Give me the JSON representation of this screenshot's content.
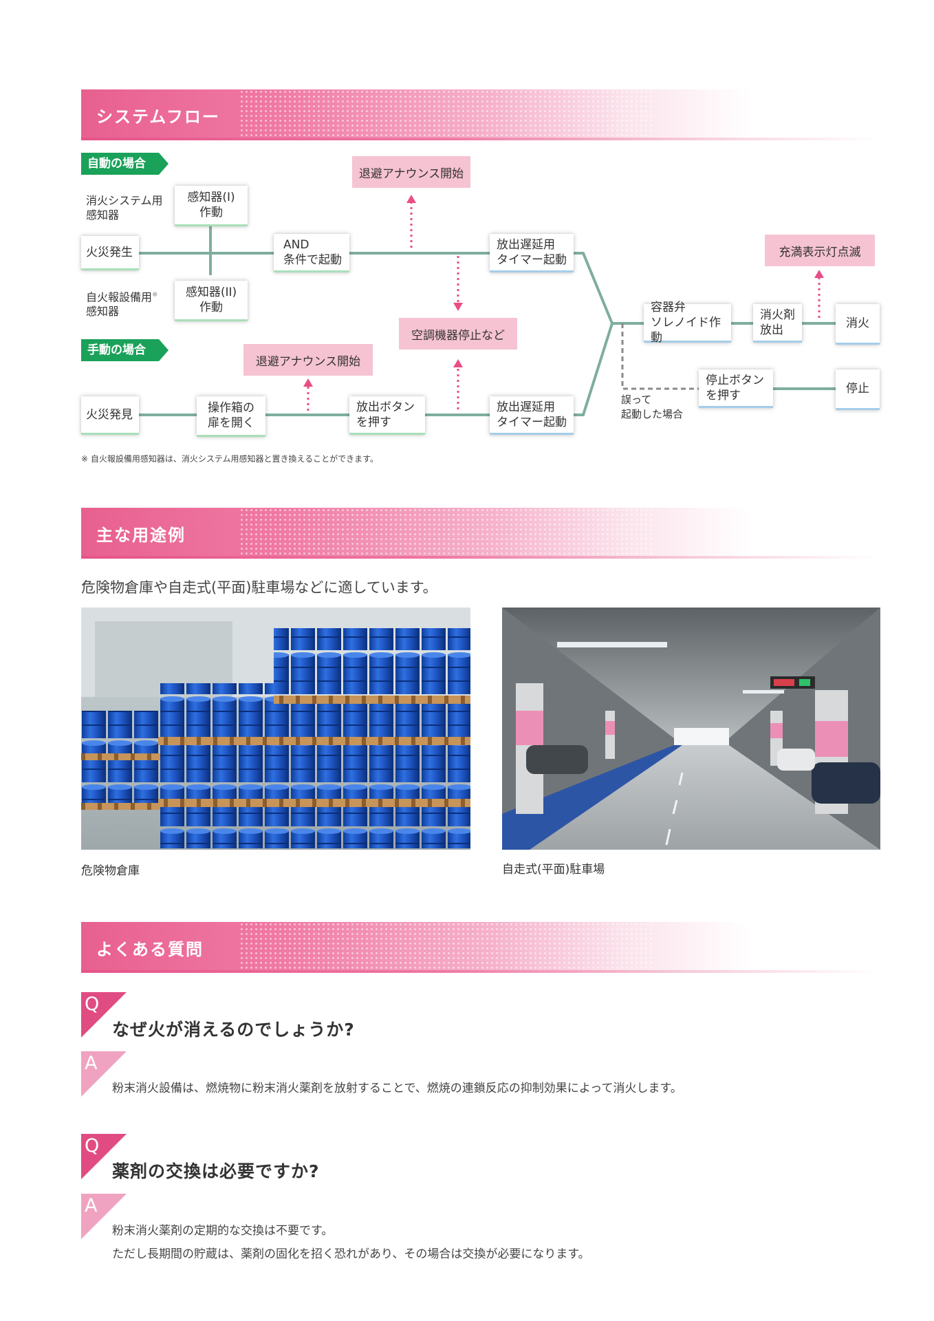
{
  "sections": {
    "flow_title": "システムフロー",
    "usage_title": "主な用途例",
    "faq_title": "よくある質問"
  },
  "flow": {
    "auto_tag": "自動の場合",
    "manual_tag": "手動の場合",
    "label_detector_system": "消火システム用\n感知器",
    "label_detector_alarm": "自火報設備用",
    "label_detector_alarm_mark": "※",
    "label_detector_alarm_2": "感知器",
    "fire_occur": "火災発生",
    "sensor1": "感知器(I)\n作動",
    "sensor2": "感知器(II)\n作動",
    "and_start": "AND\n条件で起動",
    "evac_announce_1": "退避アナウンス開始",
    "ac_stop": "空調機器停止など",
    "delay_timer_1": "放出遅延用\nタイマー起動",
    "valve": "容器弁\nソレノイド作動",
    "release": "消火剤\n放出",
    "extinguish": "消火",
    "full_lamp": "充満表示灯点滅",
    "fire_found": "火災発見",
    "open_box": "操作箱の\n扉を開く",
    "evac_announce_2": "退避アナウンス開始",
    "press_release": "放出ボタン\nを押す",
    "delay_timer_2": "放出遅延用\nタイマー起動",
    "mistake": "誤って\n起動した場合",
    "stop_button": "停止ボタン\nを押す",
    "stop": "停止",
    "note": "※ 自火報設備用感知器は、消火システム用感知器と置き換えることができます。",
    "colors": {
      "green_line": "#7fae9d",
      "gray_dash": "#8a8a8a",
      "pink_arrow": "#ea4d86",
      "tag_green": "#1aa15a"
    }
  },
  "usage": {
    "lead": "危険物倉庫や自走式(平面)駐車場などに適しています。",
    "photo1_caption": "危険物倉庫",
    "photo2_caption": "自走式(平面)駐車場"
  },
  "faq": {
    "q_letter": "Q",
    "a_letter": "A",
    "items": [
      {
        "question": "なぜ火が消えるのでしょうか?",
        "answer_1": "粉末消火設備は、燃焼物に粉末消火薬剤を放射することで、燃焼の連鎖反応の抑制効果によって消火します。",
        "answer_2": ""
      },
      {
        "question": "薬剤の交換は必要ですか?",
        "answer_1": "粉末消火薬剤の定期的な交換は不要です。",
        "answer_2": "ただし長期間の貯蔵は、薬剤の固化を招く恐れがあり、その場合は交換が必要になります。"
      }
    ]
  }
}
